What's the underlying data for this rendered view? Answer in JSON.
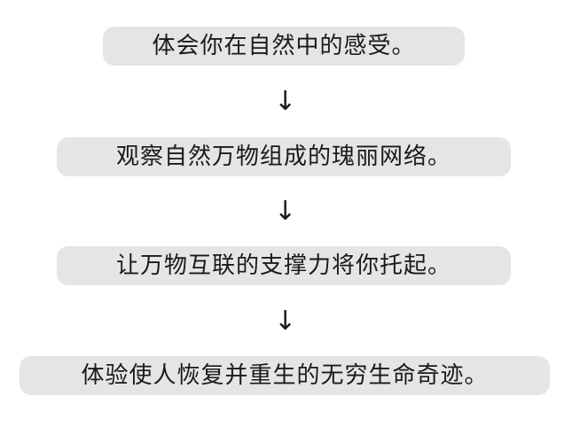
{
  "diagram": {
    "steps": [
      "体会你在自然中的感受。",
      "观察自然万物组成的瑰丽网络。",
      "让万物互联的支撑力将你托起。",
      "体验使人恢复并重生的无穷生命奇迹。"
    ],
    "arrow_glyph": "↓"
  }
}
